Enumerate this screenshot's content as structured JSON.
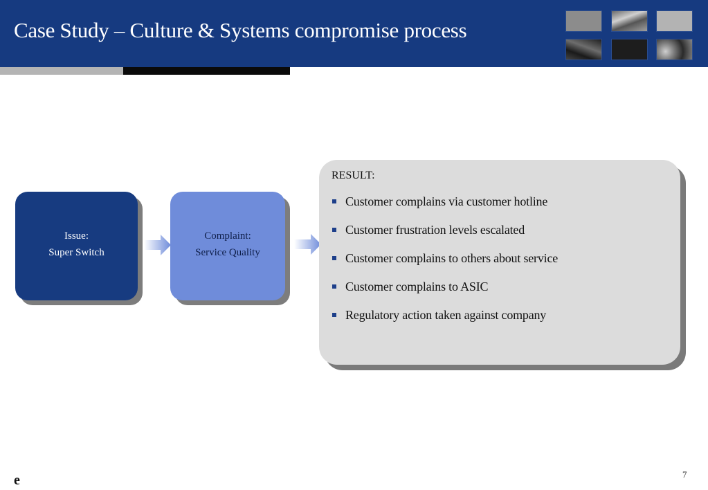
{
  "slide": {
    "title": "Case Study – Culture & Systems compromise process",
    "page_number": "7",
    "logo_text": "e"
  },
  "flow": {
    "issue": {
      "label": "Issue:",
      "value": "Super Switch"
    },
    "complaint": {
      "label": "Complaint:",
      "value": "Service Quality"
    }
  },
  "result": {
    "heading": "RESULT:",
    "items": [
      "Customer complains via customer hotline",
      "Customer frustration levels escalated",
      "Customer complains to others about service",
      "Customer complains to ASIC",
      "Regulatory action taken against company"
    ]
  },
  "colors": {
    "header_bg": "#163a80",
    "issue_box": "#173b80",
    "complaint_box": "#6f8cda",
    "result_panel": "#dcdcdc",
    "arrow": "#8aa3e6",
    "bullet": "#1d3f8a"
  },
  "icons": {
    "arrow": "arrow-right-icon",
    "bullet": "square-bullet-icon"
  }
}
